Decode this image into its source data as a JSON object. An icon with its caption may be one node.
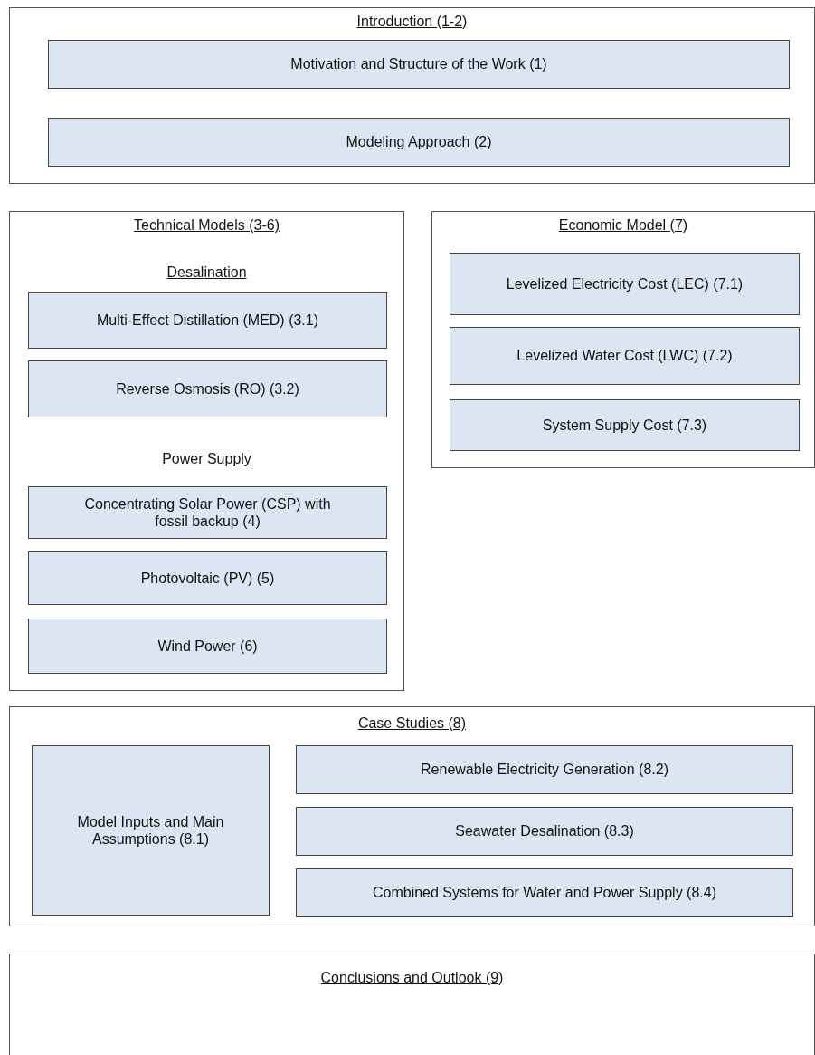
{
  "diagram": {
    "nodes": [
      {
        "text": [
          "Introduction (1-2)"
        ]
      },
      {
        "text": [
          "Motivation and Structure of the Work (1)"
        ],
        "in": 0
      },
      {
        "text": [
          "Modeling Approach (2)"
        ],
        "in": 0
      },
      {
        "text": [
          "Technical Models (3-6)",
          "Desalination",
          "Power Supply"
        ]
      },
      {
        "text": [
          "Multi-Effect Distillation (MED) (3.1)"
        ],
        "in": 3
      },
      {
        "text": [
          "Reverse Osmosis (RO) (3.2)"
        ],
        "in": 3
      },
      {
        "text": [
          "Concentrating Solar Power (CSP) with fossil backup (4)"
        ],
        "in": 3
      },
      {
        "text": [
          "Photovoltaic (PV) (5)"
        ],
        "in": 3
      },
      {
        "text": [
          "Wind Power (6)"
        ],
        "in": 3
      },
      {
        "text": [
          "Economic Model (7)"
        ]
      },
      {
        "text": [
          "Levelized Electricity Cost (LEC) (7.1)"
        ],
        "in": 9
      },
      {
        "text": [
          "Levelized Water Cost (LWC) (7.2)"
        ],
        "in": 9
      },
      {
        "text": [
          "System Supply Cost (7.3)"
        ],
        "in": 9
      },
      {
        "text": [
          "Case Studies (8)"
        ]
      },
      {
        "text": [
          "Model Inputs and Main Assumptions (8.1)"
        ],
        "in": 13
      },
      {
        "text": [
          "Renewable Electricity Generation (8.2)"
        ],
        "in": 13
      },
      {
        "text": [
          "Seawater Desalination (8.3)"
        ],
        "in": 13
      },
      {
        "text": [
          "Combined Systems for Water and Power Supply (8.4)"
        ],
        "in": 13
      },
      {
        "text": [
          "Conclusions and Outlook (9)"
        ]
      }
    ],
    "edges": []
  }
}
